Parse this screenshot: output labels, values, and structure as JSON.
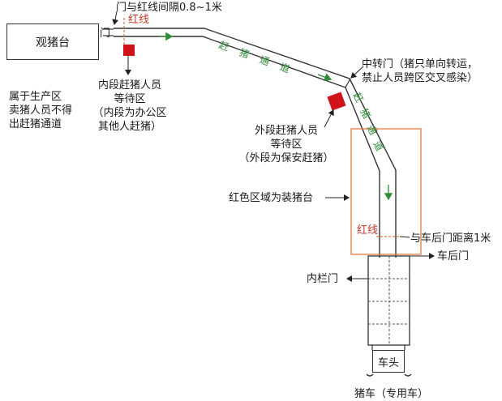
{
  "labels": {
    "observation_deck": "观猪台",
    "observation_note": [
      "属于生产区",
      "卖猪人员不得",
      "出赶猪通道"
    ],
    "gate": "门",
    "gate_gap": "门与红线间隔0.8~1米",
    "red_line_top": "红线",
    "inner_wait": [
      "内段赶猪人员",
      "等待区",
      "（内段为办公区",
      "其他人赶猪）"
    ],
    "transfer_gate": [
      "中转门（猪只单向转运，",
      "禁止人员跨区交叉感染）"
    ],
    "outer_wait": [
      "外段赶猪人员",
      "等待区",
      "（外段为保安赶猪）"
    ],
    "loading_zone": "红色区域为装猪台",
    "red_line_bottom": "红线",
    "rear_gate_distance": "与车后门距离1米",
    "rear_door": "车后门",
    "inner_rail_gate": "内栏门",
    "truck_head": "车头",
    "truck": "猪车（专用车）",
    "corridor_text": [
      "赶",
      "猪",
      "通",
      "道"
    ],
    "corridor_text_down": [
      "赶",
      "猪",
      "通",
      "道"
    ]
  },
  "colors": {
    "red_marker": "#d0121b",
    "orange_box": "#e07a3f",
    "green_arrow": "#2e8b3a",
    "line": "#333333"
  }
}
